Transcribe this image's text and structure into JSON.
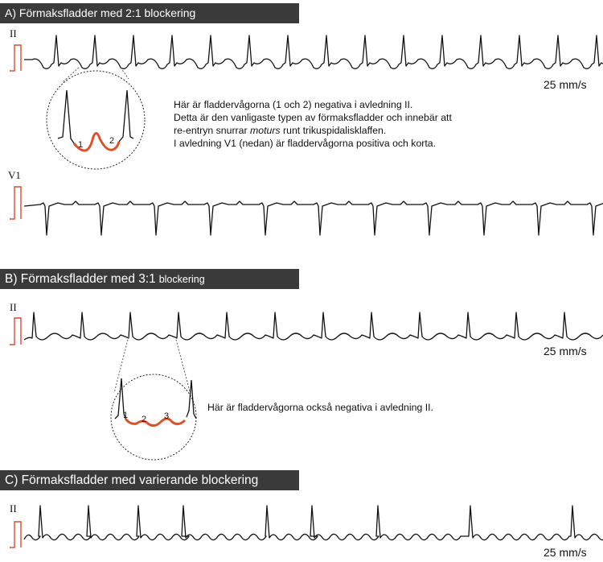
{
  "sections": {
    "a": {
      "title": "A) Förmaksfladder med 2:1 blockering",
      "lead_top": "II",
      "lead_bottom": "V1",
      "speed": "25 mm/s"
    },
    "b": {
      "title_main": "B) Förmaksfladder med 3:1",
      "title_small": "blockering",
      "lead": "II",
      "speed": "25 mm/s"
    },
    "c": {
      "title": "C) Förmaksfladder med varierande blockering",
      "lead": "II",
      "speed": "25 mm/s"
    }
  },
  "notes": {
    "a_line1": "Här är fladdervågorna (1 och 2) negativa i avledning II.",
    "a_line2": "Detta är den vanligaste typen av förmaksfladder och innebär att",
    "a_line3_pre": "re-entryn snurrar ",
    "a_line3_em": "moturs",
    "a_line3_post": " runt trikuspidalisklaffen.",
    "a_line4": "I avledning V1 (nedan) är fladdervågorna positiva och korta.",
    "b_note": "Här är fladdervågorna också negativa i avledning II."
  },
  "zoom_labels": {
    "a": [
      "1",
      "2"
    ],
    "b": [
      "1",
      "2",
      "3"
    ]
  },
  "colors": {
    "header_bg": "#3a3a3a",
    "calibration": "#d94b3a",
    "flutter_highlight": "#d9532b",
    "trace": "#111111"
  }
}
